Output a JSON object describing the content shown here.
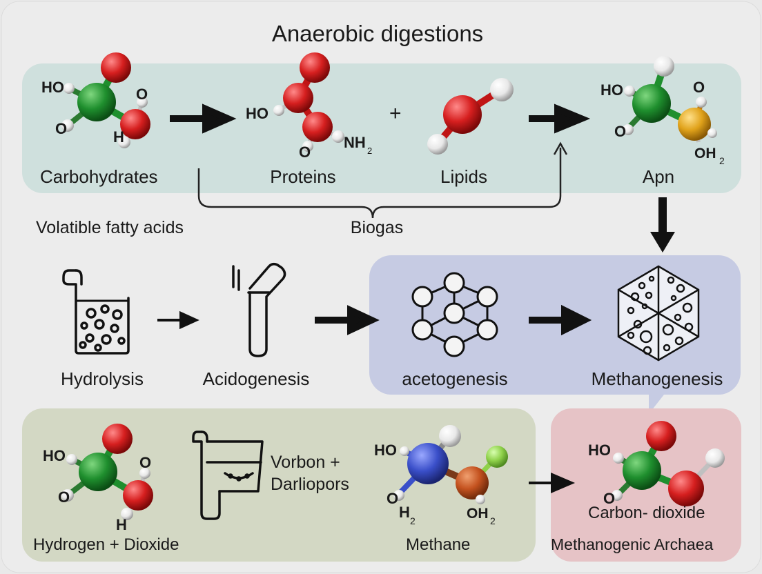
{
  "title": "Anaerobic digestions",
  "top_row": {
    "carbohydrates": {
      "label": "Carbohydrates",
      "atoms": [
        "HO",
        "O",
        "O",
        "H"
      ]
    },
    "proteins": {
      "label": "Proteins",
      "atoms": [
        "HO",
        "NH",
        "2",
        "O"
      ]
    },
    "plus": "+",
    "lipids": {
      "label": "Lipids"
    },
    "apn": {
      "label": "Apn",
      "atoms": [
        "HO",
        "O",
        "O",
        "OH",
        "2"
      ]
    },
    "vfa_label": "Volatible fatty acids",
    "biogas_label": "Biogas"
  },
  "middle_row": {
    "stages": [
      "Hydrolysis",
      "Acidogenesis",
      "acetogenesis",
      "Methanogenesis"
    ]
  },
  "bottom_row": {
    "hydrogen_dioxide": {
      "label": "Hydrogen + Dioxide",
      "atoms": [
        "HO",
        "O",
        "O",
        "H"
      ]
    },
    "vessel_text": [
      "Vorbon +",
      "Darliopors"
    ],
    "methane": {
      "label": "Methane",
      "atoms": [
        "HO",
        "O",
        "H",
        "2",
        "OH",
        "2"
      ]
    },
    "carbon_dioxide_label": "Carbon- dioxide",
    "archaea_label": "Methanogenic Archaea",
    "co2_atoms": [
      "HO",
      "O"
    ]
  },
  "colors": {
    "background": "#e9e9e9",
    "top_panel": "#cfe0dd",
    "middle_panel": "#c6cbe3",
    "bottom_panel": "#d3d8c4",
    "archaea_panel": "#e6c3c6",
    "carbon_green": "#1f8f2e",
    "oxygen_red": "#d61f1f",
    "hydrogen_white": "#f2f2f2",
    "sulfur_yellow": "#e0a21a",
    "nitrogen_blue": "#3a4fc9",
    "orange": "#c4521f",
    "lime": "#8fd14a"
  }
}
